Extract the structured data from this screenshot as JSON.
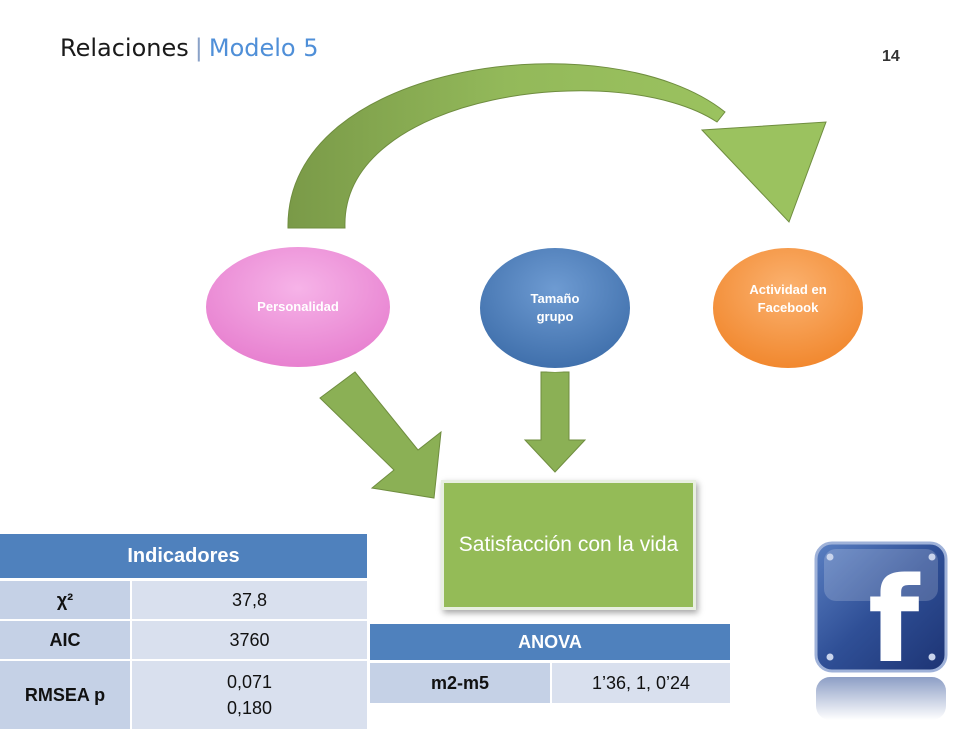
{
  "header": {
    "title": "Relaciones",
    "separator": "|",
    "subtitle": "Modelo 5",
    "slide_number": "14"
  },
  "nodes": [
    {
      "label": "Personalidad",
      "color": "#ef8dd8"
    },
    {
      "label": "Tamaño grupo",
      "color": "#4f81bd"
    },
    {
      "label": "Actividad en Facebook",
      "color": "#f79646"
    }
  ],
  "result_box": {
    "label": "Satisfacción con la vida",
    "color": "#94bb57"
  },
  "arrow_color": "#8bb055",
  "indicators": {
    "header": "Indicadores",
    "rows": [
      {
        "key": "χ²",
        "value": "37,8"
      },
      {
        "key": "AIC",
        "value": "3760"
      },
      {
        "key": "RMSEA p",
        "value": "0,071\n0,180"
      }
    ]
  },
  "anova": {
    "header": "ANOVA",
    "row": {
      "key": "m2-m5",
      "value": "1’36, 1, 0’24"
    }
  },
  "logo": {
    "letter": "f",
    "icon": "facebook-logo-icon"
  }
}
